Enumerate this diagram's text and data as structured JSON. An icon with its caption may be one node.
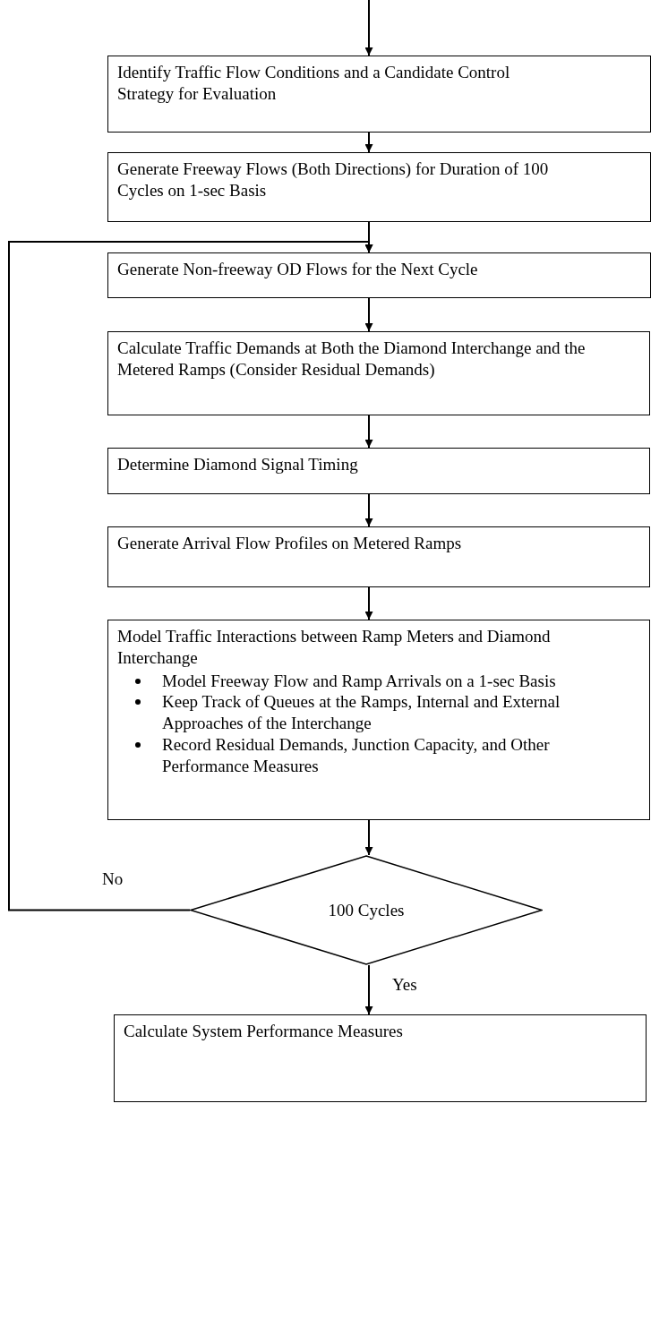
{
  "diagram": {
    "nodes": [
      {
        "text": [
          "Identify Traffic Flow Conditions and a Candidate Control Strategy for Evaluation"
        ]
      },
      {
        "text": [
          "Generate Freeway Flows (Both Directions) for Duration of 100 Cycles on 1-sec Basis"
        ]
      },
      {
        "text": [
          "Generate Non-freeway OD Flows for the Next Cycle"
        ]
      },
      {
        "text": [
          "Calculate Traffic Demands at Both the Diamond Interchange and the Metered Ramps (Consider Residual Demands)"
        ]
      },
      {
        "text": [
          "Determine Diamond Signal Timing"
        ]
      },
      {
        "text": [
          "Generate Arrival Flow Profiles on Metered Ramps"
        ]
      },
      {
        "text": [
          "Model Traffic Interactions between Ramp Meters and Diamond Interchange",
          "Model Freeway Flow and Ramp Arrivals on a 1-sec Basis",
          "Keep Track of Queues at the Ramps, Internal and External Approaches of the Interchange",
          "Record Residual Demands, Junction Capacity, and Other Performance Measures"
        ]
      },
      {
        "text": [
          "100 Cycles"
        ]
      },
      {
        "text": [
          "Calculate System Performance Measures"
        ]
      }
    ],
    "edges": [
      {
        "from": null,
        "to": 0,
        "arrow": "to"
      },
      {
        "from": 0,
        "to": 1,
        "arrow": "to"
      },
      {
        "from": 1,
        "to": 2,
        "arrow": "to"
      },
      {
        "from": 2,
        "to": 3,
        "arrow": "to"
      },
      {
        "from": 3,
        "to": 4,
        "arrow": "to"
      },
      {
        "from": 4,
        "to": 5,
        "arrow": "to"
      },
      {
        "from": 5,
        "to": 6,
        "arrow": "to"
      },
      {
        "from": 6,
        "to": 7,
        "arrow": "to"
      },
      {
        "from": 7,
        "to": 2,
        "arrow": "to",
        "label": "No"
      },
      {
        "from": 7,
        "to": 8,
        "arrow": "to",
        "label": "Yes"
      }
    ]
  }
}
